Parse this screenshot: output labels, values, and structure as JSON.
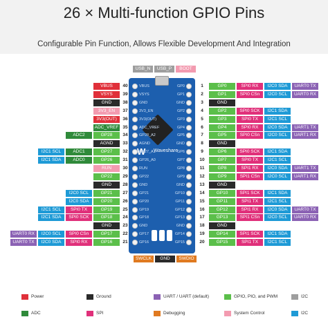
{
  "title": "26 × Multi-function GPIO Pins",
  "subtitle": "Configurable Pin Function, Allows Flexible Development And Integration",
  "colors": {
    "power": "#e0303a",
    "ground": "#2a2a2a",
    "uart": "#8b62b4",
    "gpio": "#5bbf4a",
    "i2c": "#9e9e9e",
    "adc": "#2f8a3a",
    "spi": "#e0307a",
    "debug": "#e07a20",
    "system": "#f39bb0",
    "i2c_tag": "#1e9ad6",
    "board": "#1d5fae"
  },
  "top_labels": [
    "USB_N",
    "USB_P",
    "BOOT"
  ],
  "bottom_labels": [
    "SWCLK",
    "GND",
    "SWDIO"
  ],
  "left_pins": [
    {
      "num": "40",
      "silk": "VBUS",
      "labels": [
        {
          "t": "VBUS",
          "c": "power"
        }
      ]
    },
    {
      "num": "39",
      "silk": "VSYS",
      "labels": [
        {
          "t": "VSYS",
          "c": "power"
        }
      ]
    },
    {
      "num": "38",
      "silk": "GND",
      "labels": [
        {
          "t": "GND",
          "c": "ground"
        }
      ]
    },
    {
      "num": "37",
      "silk": "3V3_EN",
      "labels": [
        {
          "t": "3V3_EN",
          "c": "system"
        }
      ]
    },
    {
      "num": "36",
      "silk": "3V3(OUT)",
      "labels": [
        {
          "t": "3V3(OUT)",
          "c": "power"
        }
      ]
    },
    {
      "num": "35",
      "silk": "ADC_VREF",
      "labels": [
        {
          "t": "ADC_VREF",
          "c": "adc"
        }
      ]
    },
    {
      "num": "34",
      "silk": "GP28_A2",
      "labels": [
        {
          "t": "GP28",
          "c": "gpio"
        },
        {
          "t": "ADC2",
          "c": "adc"
        }
      ]
    },
    {
      "num": "33",
      "silk": "AGND",
      "labels": [
        {
          "t": "AGND",
          "c": "ground"
        }
      ]
    },
    {
      "num": "32",
      "silk": "GP27_A1",
      "labels": [
        {
          "t": "GP27",
          "c": "gpio"
        },
        {
          "t": "ADC1",
          "c": "adc"
        },
        {
          "t": "I2C1 SCL",
          "c": "i2c_tag"
        }
      ]
    },
    {
      "num": "31",
      "silk": "GP26_A0",
      "labels": [
        {
          "t": "GP26",
          "c": "gpio"
        },
        {
          "t": "ADC0",
          "c": "adc"
        },
        {
          "t": "I2C1 SDA",
          "c": "i2c_tag"
        }
      ]
    },
    {
      "num": "30",
      "silk": "RUN",
      "labels": [
        {
          "t": "RUN",
          "c": "system"
        }
      ]
    },
    {
      "num": "29",
      "silk": "GP22",
      "labels": [
        {
          "t": "GP22",
          "c": "gpio"
        }
      ]
    },
    {
      "num": "28",
      "silk": "GND",
      "labels": [
        {
          "t": "GND",
          "c": "ground"
        }
      ]
    },
    {
      "num": "27",
      "silk": "GP21",
      "labels": [
        {
          "t": "GP21",
          "c": "gpio"
        },
        {
          "t": "I2C0 SCL",
          "c": "i2c_tag"
        }
      ]
    },
    {
      "num": "26",
      "silk": "GP20",
      "labels": [
        {
          "t": "GP20",
          "c": "gpio"
        },
        {
          "t": "I2C0 SDA",
          "c": "i2c_tag"
        }
      ]
    },
    {
      "num": "25",
      "silk": "GP19",
      "labels": [
        {
          "t": "GP19",
          "c": "gpio"
        },
        {
          "t": "SPI0 TX",
          "c": "spi"
        },
        {
          "t": "I2C1 SCL",
          "c": "i2c_tag"
        }
      ]
    },
    {
      "num": "24",
      "silk": "GP18",
      "labels": [
        {
          "t": "GP18",
          "c": "gpio"
        },
        {
          "t": "SPI0 SCK",
          "c": "spi"
        },
        {
          "t": "I2C1 SDA",
          "c": "i2c_tag"
        }
      ]
    },
    {
      "num": "23",
      "silk": "GND",
      "labels": [
        {
          "t": "GND",
          "c": "ground"
        }
      ]
    },
    {
      "num": "22",
      "silk": "GP17",
      "labels": [
        {
          "t": "GP17",
          "c": "gpio"
        },
        {
          "t": "SPI0 CSn",
          "c": "spi"
        },
        {
          "t": "I2C0 SCL",
          "c": "i2c_tag"
        },
        {
          "t": "UART0 RX",
          "c": "uart"
        }
      ]
    },
    {
      "num": "21",
      "silk": "GP16",
      "labels": [
        {
          "t": "GP16",
          "c": "gpio"
        },
        {
          "t": "SPI0 RX",
          "c": "spi"
        },
        {
          "t": "I2C0 SDA",
          "c": "i2c_tag"
        },
        {
          "t": "UART0 TX",
          "c": "uart"
        }
      ]
    }
  ],
  "right_pins": [
    {
      "num": "1",
      "silk": "GP0",
      "labels": [
        {
          "t": "GP0",
          "c": "gpio"
        },
        {
          "t": "SPI0 RX",
          "c": "spi"
        },
        {
          "t": "I2C0 SDA",
          "c": "i2c_tag"
        },
        {
          "t": "UART0 TX",
          "c": "uart"
        }
      ]
    },
    {
      "num": "2",
      "silk": "GP1",
      "labels": [
        {
          "t": "GP1",
          "c": "gpio"
        },
        {
          "t": "SPI0 CSn",
          "c": "spi"
        },
        {
          "t": "I2C0 SCL",
          "c": "i2c_tag"
        },
        {
          "t": "UART0 RX",
          "c": "uart"
        }
      ]
    },
    {
      "num": "3",
      "silk": "GND",
      "labels": [
        {
          "t": "GND",
          "c": "ground"
        }
      ]
    },
    {
      "num": "4",
      "silk": "GP2",
      "labels": [
        {
          "t": "GP2",
          "c": "gpio"
        },
        {
          "t": "SPI0 SCK",
          "c": "spi"
        },
        {
          "t": "I2C1 SDA",
          "c": "i2c_tag"
        }
      ]
    },
    {
      "num": "5",
      "silk": "GP3",
      "labels": [
        {
          "t": "GP3",
          "c": "gpio"
        },
        {
          "t": "SPI0 TX",
          "c": "spi"
        },
        {
          "t": "I2C1 SCL",
          "c": "i2c_tag"
        }
      ]
    },
    {
      "num": "6",
      "silk": "GP4",
      "labels": [
        {
          "t": "GP4",
          "c": "gpio"
        },
        {
          "t": "SPI0 RX",
          "c": "spi"
        },
        {
          "t": "I2C0 SDA",
          "c": "i2c_tag"
        },
        {
          "t": "UART1 TX",
          "c": "uart"
        }
      ]
    },
    {
      "num": "7",
      "silk": "GP5",
      "labels": [
        {
          "t": "GP5",
          "c": "gpio"
        },
        {
          "t": "SPI0 CSn",
          "c": "spi"
        },
        {
          "t": "I2C0 SCL",
          "c": "i2c_tag"
        },
        {
          "t": "UART1 RX",
          "c": "uart"
        }
      ]
    },
    {
      "num": "8",
      "silk": "GND",
      "labels": [
        {
          "t": "GND",
          "c": "ground"
        }
      ]
    },
    {
      "num": "9",
      "silk": "GP6",
      "labels": [
        {
          "t": "GP6",
          "c": "gpio"
        },
        {
          "t": "SPI0 SCK",
          "c": "spi"
        },
        {
          "t": "I2C1 SDA",
          "c": "i2c_tag"
        }
      ]
    },
    {
      "num": "10",
      "silk": "GP7",
      "labels": [
        {
          "t": "GP7",
          "c": "gpio"
        },
        {
          "t": "SPI0 TX",
          "c": "spi"
        },
        {
          "t": "I2C1 SCL",
          "c": "i2c_tag"
        }
      ]
    },
    {
      "num": "11",
      "silk": "GP8",
      "labels": [
        {
          "t": "GP8",
          "c": "gpio"
        },
        {
          "t": "SPI1 RX",
          "c": "spi"
        },
        {
          "t": "I2C0 SDA",
          "c": "i2c_tag"
        },
        {
          "t": "UART1 TX",
          "c": "uart"
        }
      ]
    },
    {
      "num": "12",
      "silk": "GP9",
      "labels": [
        {
          "t": "GP9",
          "c": "gpio"
        },
        {
          "t": "SPI1 CSn",
          "c": "spi"
        },
        {
          "t": "I2C0 SCL",
          "c": "i2c_tag"
        },
        {
          "t": "UART1 RX",
          "c": "uart"
        }
      ]
    },
    {
      "num": "13",
      "silk": "GND",
      "labels": [
        {
          "t": "GND",
          "c": "ground"
        }
      ]
    },
    {
      "num": "14",
      "silk": "GP10",
      "labels": [
        {
          "t": "GP10",
          "c": "gpio"
        },
        {
          "t": "SPI1 SCK",
          "c": "spi"
        },
        {
          "t": "I2C1 SDA",
          "c": "i2c_tag"
        }
      ]
    },
    {
      "num": "15",
      "silk": "GP11",
      "labels": [
        {
          "t": "GP11",
          "c": "gpio"
        },
        {
          "t": "SPI1 TX",
          "c": "spi"
        },
        {
          "t": "I2C1 SCL",
          "c": "i2c_tag"
        }
      ]
    },
    {
      "num": "16",
      "silk": "GP12",
      "labels": [
        {
          "t": "GP12",
          "c": "gpio"
        },
        {
          "t": "SPI1 RX",
          "c": "spi"
        },
        {
          "t": "I2C0 SDA",
          "c": "i2c_tag"
        },
        {
          "t": "UART0 TX",
          "c": "uart"
        }
      ]
    },
    {
      "num": "17",
      "silk": "GP13",
      "labels": [
        {
          "t": "GP13",
          "c": "gpio"
        },
        {
          "t": "SPI1 CSn",
          "c": "spi"
        },
        {
          "t": "I2C0 SCL",
          "c": "i2c_tag"
        },
        {
          "t": "UART0 RX",
          "c": "uart"
        }
      ]
    },
    {
      "num": "18",
      "silk": "GND",
      "labels": [
        {
          "t": "GND",
          "c": "ground"
        }
      ]
    },
    {
      "num": "19",
      "silk": "GP14",
      "labels": [
        {
          "t": "GP14",
          "c": "gpio"
        },
        {
          "t": "SPI1 SCK",
          "c": "spi"
        },
        {
          "t": "I2C1 SDA",
          "c": "i2c_tag"
        }
      ]
    },
    {
      "num": "20",
      "silk": "GP15",
      "labels": [
        {
          "t": "GP15",
          "c": "gpio"
        },
        {
          "t": "SPI1 TX",
          "c": "spi"
        },
        {
          "t": "I2C1 SCL",
          "c": "i2c_tag"
        }
      ]
    }
  ],
  "board_logo": "W",
  "board_brand": "Waveshare",
  "legend": [
    {
      "label": "Power",
      "c": "power"
    },
    {
      "label": "Ground",
      "c": "ground"
    },
    {
      "label": "UART / UART (default)",
      "c": "uart"
    },
    {
      "label": "GPIO, PIO, and PWM",
      "c": "gpio"
    },
    {
      "label": "I2C",
      "c": "i2c"
    },
    {
      "label": "ADC",
      "c": "adc"
    },
    {
      "label": "SPI",
      "c": "spi"
    },
    {
      "label": "Debugging",
      "c": "debug"
    },
    {
      "label": "System Control",
      "c": "system"
    },
    {
      "label": "I2C",
      "c": "i2c_tag"
    }
  ]
}
